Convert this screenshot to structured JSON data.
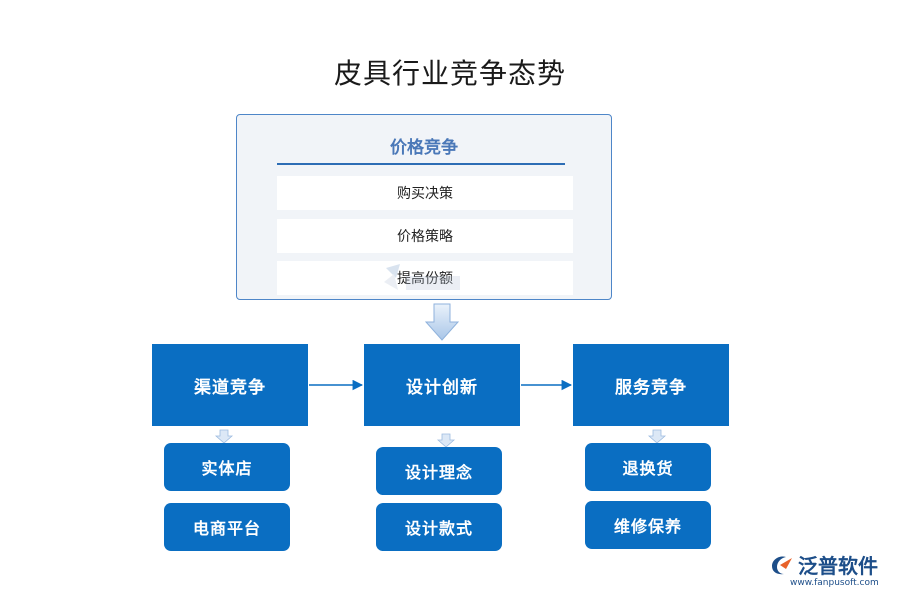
{
  "title": "皮具行业竞争态势",
  "top_panel": {
    "heading": "价格竞争",
    "items": [
      "购买决策",
      "价格策略",
      "提高份额"
    ]
  },
  "main": [
    {
      "label": "渠道竞争",
      "subs": [
        "实体店",
        "电商平台"
      ]
    },
    {
      "label": "设计创新",
      "subs": [
        "设计理念",
        "设计款式"
      ]
    },
    {
      "label": "服务竞争",
      "subs": [
        "退换货",
        "维修保养"
      ]
    }
  ],
  "logo": {
    "name": "泛普软件",
    "url": "www.fanpusoft.com"
  },
  "colors": {
    "box_blue": "#0a6ec2",
    "panel_border": "#4e86c8",
    "panel_heading": "#4a78b8",
    "logo_blue": "#1d4e89"
  }
}
